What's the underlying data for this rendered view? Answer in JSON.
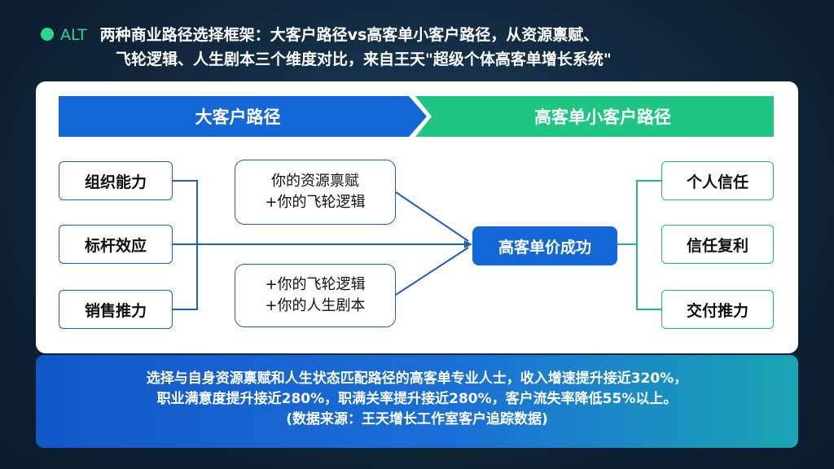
{
  "header": {
    "badge": "ALT",
    "line1": "两种商业路径选择框架：大客户路径vs高客单小客户路径，从资源禀赋、",
    "line2": "飞轮逻辑、人生剧本三个维度对比，来自王天\"超级个体高客单增长系统\""
  },
  "banners": {
    "left": "大客户路径",
    "right": "高客单小客户路径"
  },
  "left_items": [
    "组织能力",
    "标杆效应",
    "销售推力"
  ],
  "middle_items": [
    {
      "line1": "你的资源禀赋",
      "line2": "+你的飞轮逻辑"
    },
    {
      "line1": "+你的飞轮逻辑",
      "line2": "+你的人生剧本"
    }
  ],
  "center": "高客单价成功",
  "right_items": [
    "个人信任",
    "信任复利",
    "交付推力"
  ],
  "footer": {
    "line1": "选择与自身资源禀赋和人生状态匹配路径的高客单专业人士，收入增速提升接近320%，",
    "line2": "职业满意度提升接近280%，职满关率提升接近280%，客户流失率降低55%以上。",
    "line3": "(数据来源：王天增长工作室客户追踪数据)"
  },
  "colors": {
    "blue": "#1467d6",
    "green": "#2dd68a",
    "line_green": "#1fb888"
  }
}
